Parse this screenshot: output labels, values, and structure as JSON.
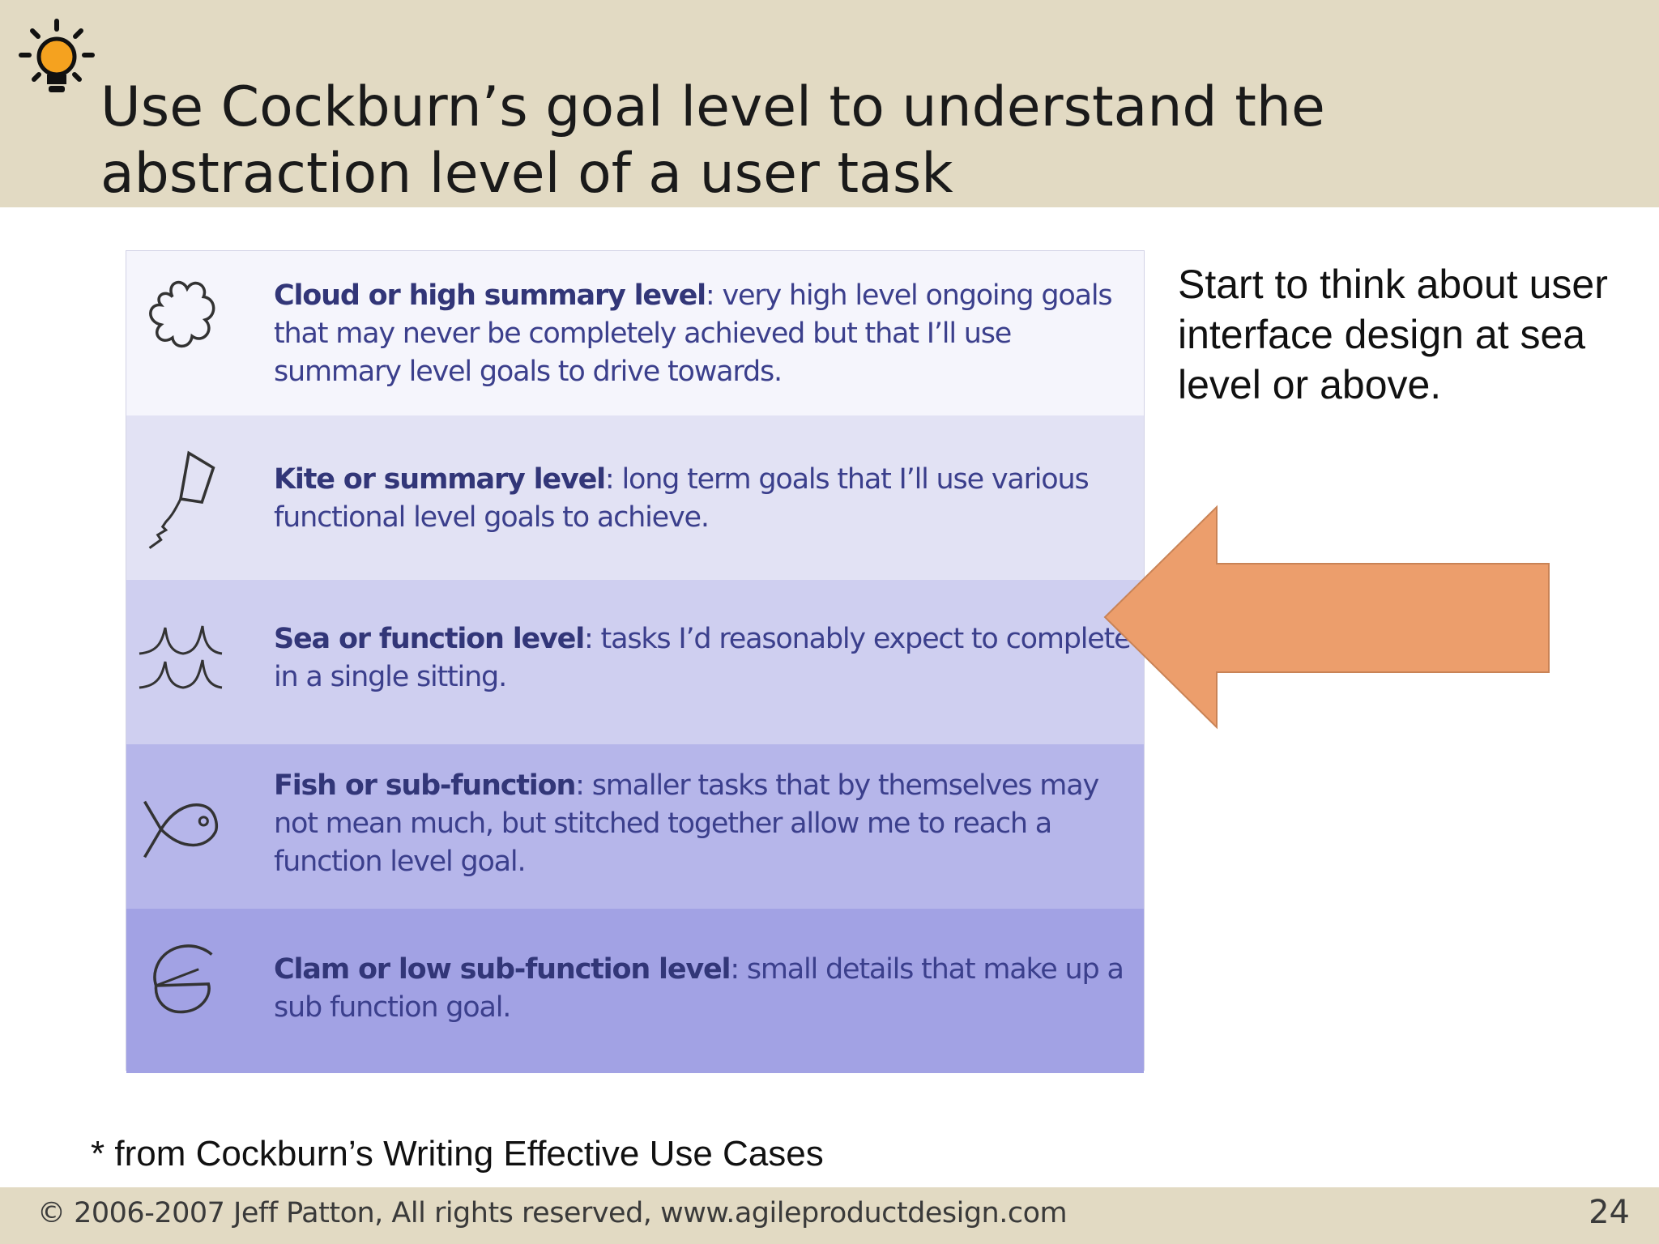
{
  "slide": {
    "title_line1": "Use Cockburn’s goal level to understand the",
    "title_line2": "abstraction level of a user task",
    "bulb_icon": "lightbulb-icon",
    "side_note": "Start to think about user interface design at sea level or above.",
    "footnote": "* from Cockburn’s Writing Effective Use Cases",
    "copyright": "© 2006-2007 Jeff Patton, All rights reserved, www.agileproductdesign.com",
    "page_number": "24"
  },
  "levels": [
    {
      "icon": "cloud-icon",
      "name": "Cloud or high summary level",
      "sep": ":  ",
      "desc": "very high level ongoing goals that may never be completely achieved but that I’ll use summary level goals to drive towards.",
      "bg": "#f5f5fc"
    },
    {
      "icon": "kite-icon",
      "name": "Kite or summary level",
      "sep": ": ",
      "desc": "long term goals that I’ll use various functional level goals to achieve.",
      "bg": "#e2e2f4"
    },
    {
      "icon": "waves-icon",
      "name": "Sea or function level",
      "sep": ": ",
      "desc": "tasks I’d reasonably expect to complete in a single sitting.",
      "bg": "#cfcff0"
    },
    {
      "icon": "fish-icon",
      "name": "Fish or sub-function",
      "sep": ": ",
      "desc": "smaller tasks that by themselves may not mean much, but stitched together allow me to reach a function level goal.",
      "bg": "#b6b6ea"
    },
    {
      "icon": "clam-icon",
      "name": "Clam or low sub-function level",
      "sep": ": ",
      "desc": "small details that make up a sub function goal.",
      "bg": "#a2a2e4"
    }
  ],
  "colors": {
    "band": "#e2dac3",
    "arrow_fill": "#ec9e6c",
    "arrow_stroke": "#c98356",
    "bulb_orange": "#f5a21f"
  }
}
